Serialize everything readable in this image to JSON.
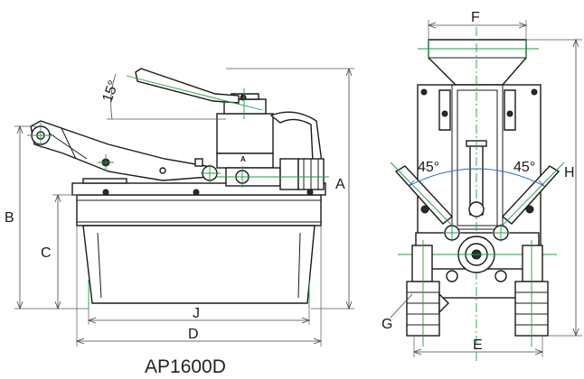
{
  "labels": {
    "angle_handle": "15°",
    "dim_a": "A",
    "dim_b": "B",
    "dim_c": "C",
    "dim_d": "D",
    "dim_j": "J",
    "dim_f": "F",
    "dim_e": "E",
    "dim_g": "G",
    "dim_h": "H",
    "angle_left": "45°",
    "angle_right": "45°",
    "port_mark": "A"
  },
  "model": "AP1600D",
  "colors": {
    "outline": "#1a1a1a",
    "centerline": "#1f9c43",
    "angle_arc": "#2b6cc4"
  }
}
